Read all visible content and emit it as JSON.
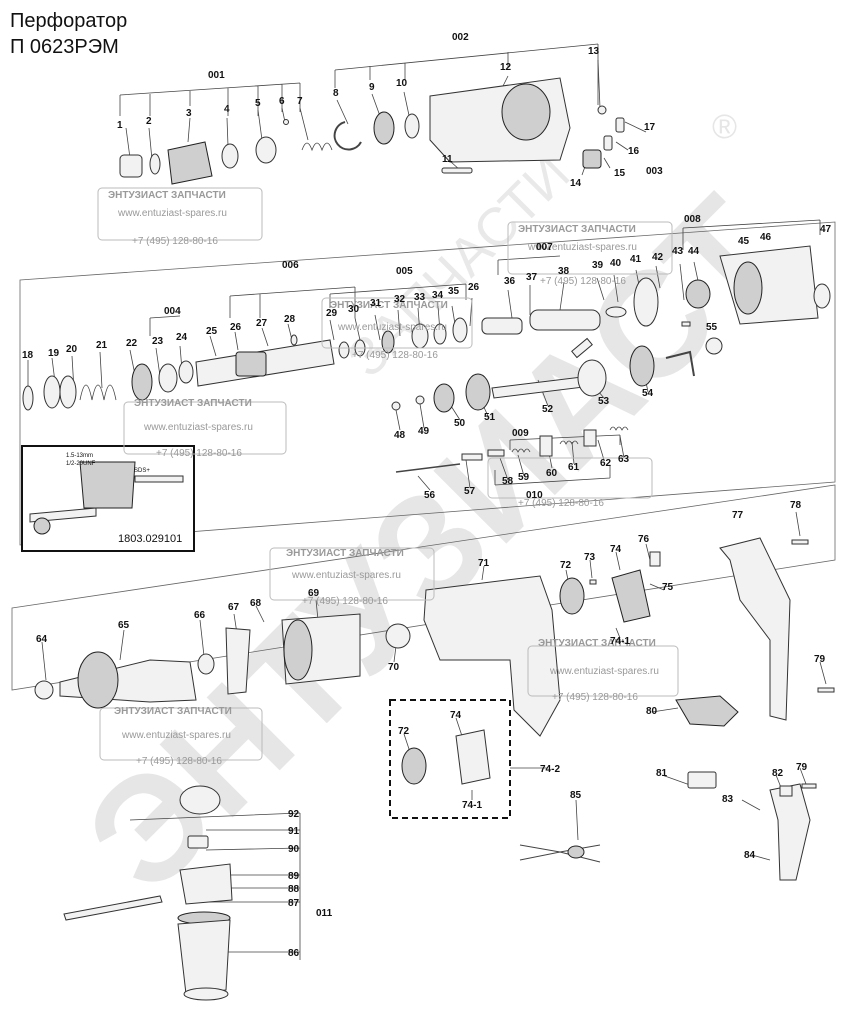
{
  "title": {
    "line1": "Перфоратор",
    "line2": "П  0623РЭМ"
  },
  "inset": {
    "code": "1803.029101",
    "spec1": "1.5-13mm",
    "spec2": "1/2-20UNF",
    "spec3": "SDS+"
  },
  "watermark": {
    "name": "ЭНТУЗИАСТ ЗАПЧАСТИ",
    "url": "www.entuziast-spares.ru",
    "phone": "+7 (495) 128-80-16",
    "big": "ЭНТУЗИАСТ",
    "small": "ЗАПЧАСТИ",
    "reg": "®"
  },
  "groups": {
    "g001": "001",
    "g002": "002",
    "g003": "003",
    "g004": "004",
    "g005": "005",
    "g006": "006",
    "g007": "007",
    "g008": "008",
    "g009": "009",
    "g010": "010",
    "g011": "011",
    "g742": "74-2"
  },
  "parts": {
    "p1": "1",
    "p2": "2",
    "p3": "3",
    "p4": "4",
    "p5": "5",
    "p6": "6",
    "p7": "7",
    "p8": "8",
    "p9": "9",
    "p10": "10",
    "p11": "11",
    "p12": "12",
    "p13": "13",
    "p14": "14",
    "p15": "15",
    "p16": "16",
    "p17": "17",
    "p18": "18",
    "p19": "19",
    "p20": "20",
    "p21": "21",
    "p22": "22",
    "p23": "23",
    "p24": "24",
    "p25": "25",
    "p26": "26",
    "p27": "27",
    "p28": "28",
    "p29": "29",
    "p30": "30",
    "p31": "31",
    "p32": "32",
    "p33": "33",
    "p34": "34",
    "p35": "35",
    "p26b": "26",
    "p36": "36",
    "p37": "37",
    "p38": "38",
    "p39": "39",
    "p40": "40",
    "p41": "41",
    "p42": "42",
    "p43": "43",
    "p44": "44",
    "p45": "45",
    "p46": "46",
    "p47": "47",
    "p48": "48",
    "p49": "49",
    "p50": "50",
    "p51": "51",
    "p52": "52",
    "p53": "53",
    "p54": "54",
    "p55": "55",
    "p56": "56",
    "p57": "57",
    "p58": "58",
    "p59": "59",
    "p60": "60",
    "p61": "61",
    "p62": "62",
    "p63": "63",
    "p64": "64",
    "p65": "65",
    "p66": "66",
    "p67": "67",
    "p68": "68",
    "p69": "69",
    "p70": "70",
    "p71": "71",
    "p72": "72",
    "p73": "73",
    "p74": "74",
    "p741": "74-1",
    "p75": "75",
    "p76": "76",
    "p77": "77",
    "p78": "78",
    "p79": "79",
    "p80": "80",
    "p81": "81",
    "p82": "82",
    "p79b": "79",
    "p83": "83",
    "p84": "84",
    "p85": "85",
    "p72b": "72",
    "p74b": "74",
    "p741b": "74-1",
    "p86": "86",
    "p87": "87",
    "p88": "88",
    "p89": "89",
    "p90": "90",
    "p91": "91",
    "p92": "92"
  },
  "colors": {
    "line": "#444444",
    "watermark": "#999999",
    "part": "#f2f2f2"
  }
}
